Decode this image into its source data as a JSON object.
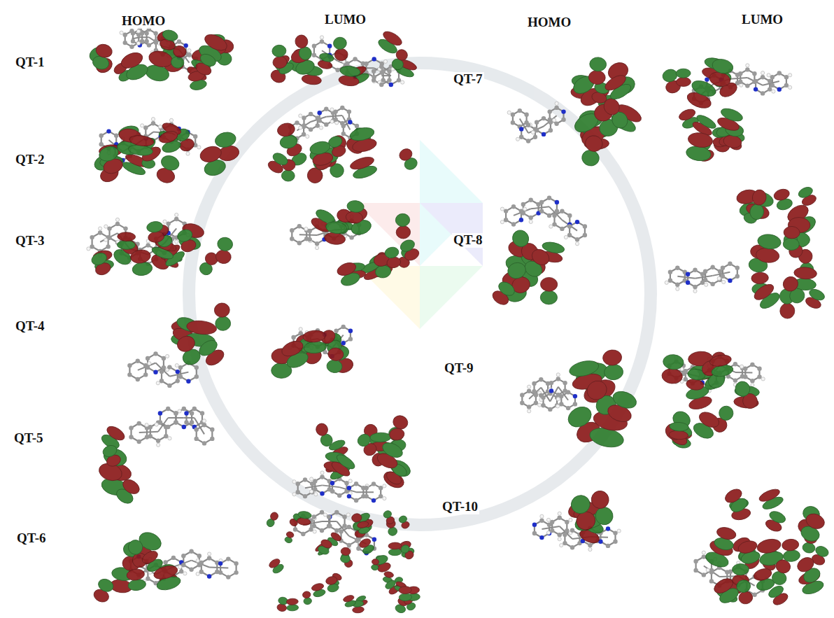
{
  "diagram": {
    "labels": [
      "HOMO",
      "LUMO",
      "HOMO",
      "LUMO",
      "QT-1",
      "QT-2",
      "QT-3",
      "QT-4",
      "QT-5",
      "QT-6",
      "QT-7",
      "QT-8",
      "QT-9",
      "QT-10"
    ]
  }
}
